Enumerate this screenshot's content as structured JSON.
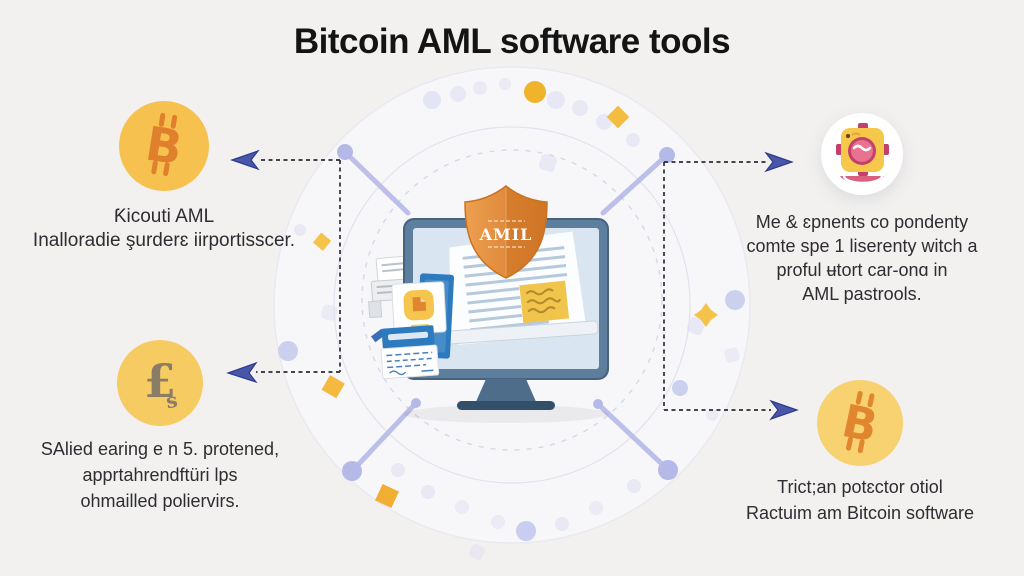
{
  "title": "Bitcoin AML software tools",
  "center": {
    "shield_label": "AMIL"
  },
  "features": {
    "top_left": {
      "icon": "bitcoin-coin",
      "lines": [
        "Ƙicouti AML",
        "Inalloradie şurderɛ iirportisscer."
      ]
    },
    "top_right": {
      "icon": "monitoring-device",
      "lines": [
        "Me & ɛpnents co pondenty",
        "comte spe 1 liserenty witch a",
        "proful ʉtort car-onɑ in",
        "AML pastrools."
      ]
    },
    "bottom_left": {
      "icon": "pound-currency",
      "lines": [
        "SAlied earing e n 5. protened,",
        "apprtahrendftüri lps",
        "ohmailled poliervirs."
      ]
    },
    "bottom_right": {
      "icon": "bitcoin-coin",
      "lines": [
        "Trict;an potɛctor otiol",
        "Ractuim am Bitcoin software"
      ]
    }
  },
  "colors": {
    "background": "#f2f1ef",
    "accent_yellow": "#f6c14e",
    "accent_orange": "#e0802c",
    "accent_lavender": "#b5b9e8",
    "accent_pink": "#c2406a",
    "monitor_frame": "#5d7e9c",
    "card_blue": "#2e7abf",
    "shield_orange": "#e08a3c",
    "arrow_navy": "#44519f",
    "title_text": "#141414",
    "body_text": "#2d2d32"
  }
}
